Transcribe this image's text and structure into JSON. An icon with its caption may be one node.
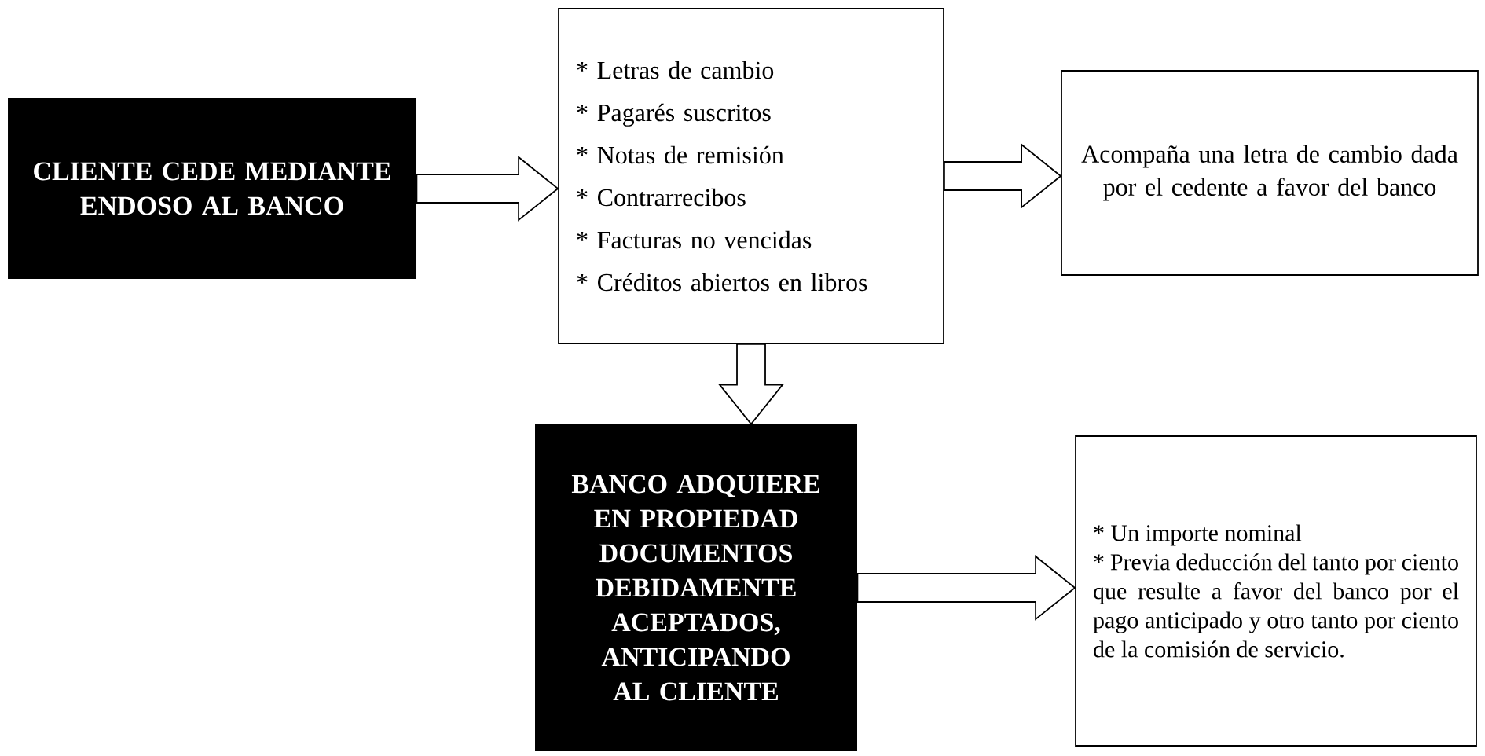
{
  "diagram": {
    "nodes": [
      {
        "text": [
          "CLIENTE CEDE MEDIANTE ENDOSO AL BANCO"
        ]
      },
      {
        "text": [
          "* Letras de cambio",
          "* Pagarés suscritos",
          "* Notas de remisión",
          "* Contrarrecibos",
          "* Facturas no vencidas",
          "* Créditos abiertos en libros"
        ]
      },
      {
        "text": [
          "Acompaña una letra de cambio dada por el cedente a favor del banco"
        ]
      },
      {
        "text": [
          "BANCO ADQUIERE EN PROPIEDAD DOCUMENTOS DEBIDAMENTE ACEPTADOS, ANTICIPANDO AL CLIENTE"
        ]
      },
      {
        "text": [
          "* Un importe nominal",
          "* Previa deducción del tanto por ciento que resulte a favor del banco por el pago anticipado y otro tanto por ciento de la comisión de servicio."
        ]
      }
    ],
    "edges": [
      {
        "from": 0,
        "to": 1,
        "arrow": "to"
      },
      {
        "from": 1,
        "to": 2,
        "arrow": "to"
      },
      {
        "from": 1,
        "to": 3,
        "arrow": "to"
      },
      {
        "from": 3,
        "to": 4,
        "arrow": "to"
      }
    ]
  }
}
